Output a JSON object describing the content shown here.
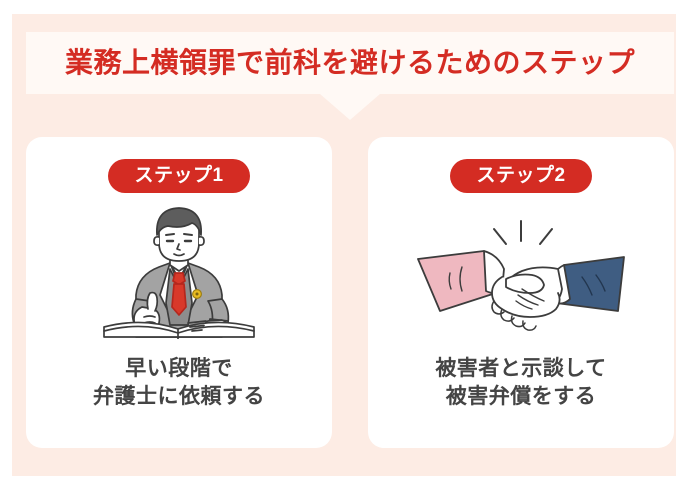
{
  "theme": {
    "page_background": "#ffffff",
    "panel_background": "#fdece4",
    "title_bar_background": "#fff9f5",
    "accent_red": "#d42c23",
    "card_background": "#ffffff",
    "caption_color": "#444444",
    "suit_gray": "#a3a3a3",
    "tie_red": "#d8392a",
    "badge_gold": "#e8bb21",
    "sleeve_pink": "#efb8c0",
    "sleeve_navy": "#3f5d82",
    "line_color": "#3c3c3c"
  },
  "header": {
    "title": "業務上横領罪で前科を避けるためのステップ",
    "notch_icon": "triangle-down-icon"
  },
  "steps": [
    {
      "badge_label": "ステップ1",
      "illustration_name": "lawyer-thumbs-up-illustration",
      "caption_line1": "早い段階で",
      "caption_line2": "弁護士に依頼する"
    },
    {
      "badge_label": "ステップ2",
      "illustration_name": "handshake-illustration",
      "caption_line1": "被害者と示談して",
      "caption_line2": "被害弁償をする"
    }
  ]
}
